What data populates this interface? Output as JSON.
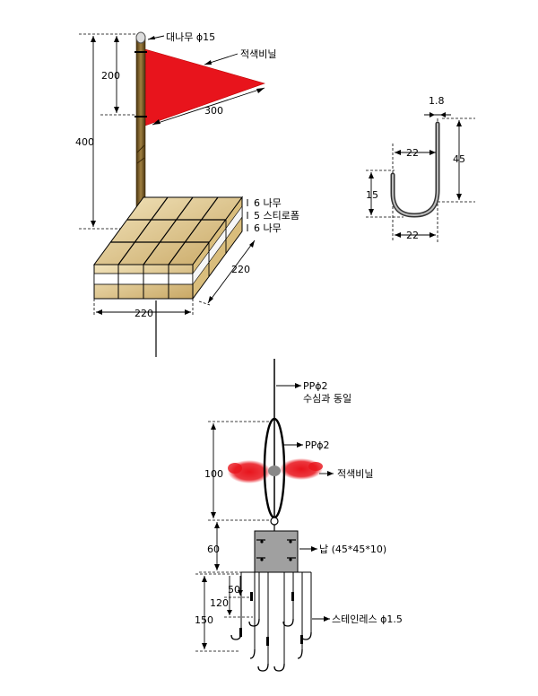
{
  "flag_assembly": {
    "pole_label": "대나무 ϕ15",
    "flag_label": "적색비닐",
    "dim_flag_height": "200",
    "dim_total_height": "400",
    "dim_flag_length": "300",
    "layer_top": "6 나무",
    "layer_middle": "5 스티로폼",
    "layer_bottom": "6 나무",
    "dim_base_depth": "220",
    "dim_base_width": "220"
  },
  "hook_detail": {
    "dim_wire": "1.8",
    "dim_top_width": "22",
    "dim_height": "45",
    "dim_bend": "15",
    "dim_bottom_width": "22"
  },
  "rig_assembly": {
    "line_label": "PPϕ2",
    "line_note": "수심과 동일",
    "loop_label": "PPϕ2",
    "vinyl_label": "적색비닐",
    "dim_loop": "100",
    "dim_weight": "60",
    "weight_label": "납 (45*45*10)",
    "dim_branch_a": "50",
    "dim_branch_b": "120",
    "dim_branch_c": "150",
    "wire_label": "스테인레스 ϕ1.5"
  },
  "colors": {
    "flag_red": "#e8141c",
    "pole_brown": "#7a5a1c",
    "wood_light": "#ecdcb0",
    "wood_dark": "#c8a862",
    "weight_gray": "#a0a0a0"
  }
}
